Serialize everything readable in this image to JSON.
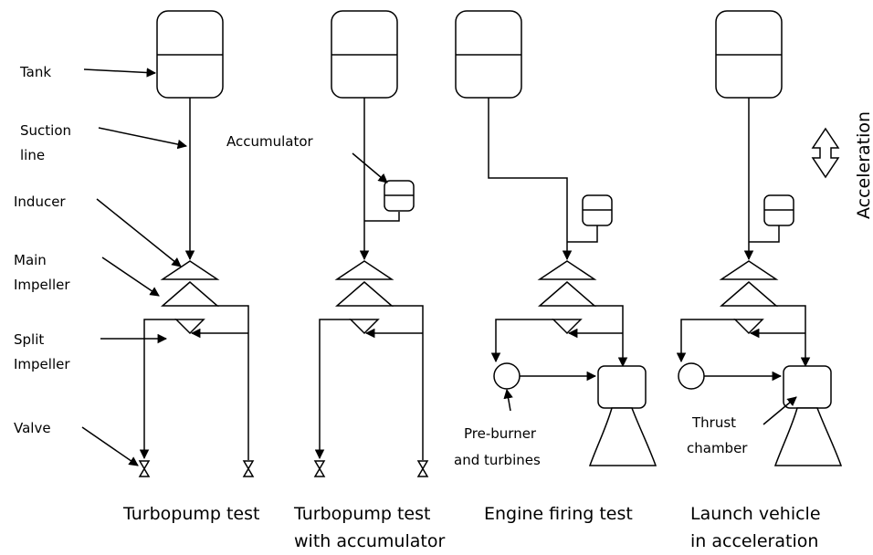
{
  "labels": {
    "tank": "Tank",
    "suction_line_1": "Suction",
    "suction_line_2": "line",
    "inducer": "Inducer",
    "main_impeller_1": "Main",
    "main_impeller_2": "Impeller",
    "split_impeller_1": "Split",
    "split_impeller_2": "Impeller",
    "valve": "Valve",
    "accumulator": "Accumulator",
    "preburner_1": "Pre-burner",
    "preburner_2": "and turbines",
    "thrust_1": "Thrust",
    "thrust_2": "chamber",
    "acceleration": "Acceleration"
  },
  "captions": {
    "c1": "Turbopump test",
    "c2_1": "Turbopump test",
    "c2_2": "with accumulator",
    "c3": "Engine firing test",
    "c4_1": "Launch vehicle",
    "c4_2": "in acceleration"
  }
}
